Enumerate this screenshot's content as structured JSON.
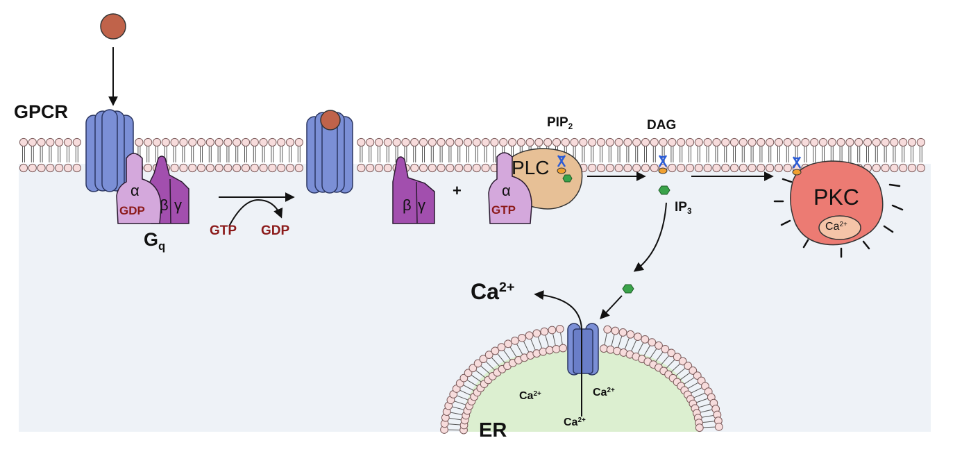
{
  "labels": {
    "gpcr": "GPCR",
    "alpha": "α",
    "beta": "β",
    "gamma": "γ",
    "gdp": "GDP",
    "gtp": "GTP",
    "gq_main": "G",
    "gq_sub": "q",
    "plus": "+",
    "plc": "PLC",
    "pip2_main": "PIP",
    "pip2_sub": "2",
    "dag": "DAG",
    "ip3_main": "IP",
    "ip3_sub": "3",
    "pkc": "PKC",
    "ca_main": "Ca",
    "ca_sup": "2+",
    "er": "ER"
  },
  "colors": {
    "cytoplasm": "#eef2f7",
    "lipid_head": "#f7dcdc",
    "lipid_outline": "#7a5a5a",
    "gpcr": "#7b8fd6",
    "alpha_subunit": "#d4a8dc",
    "beta_gamma": "#a24fae",
    "plc": "#e7c096",
    "pkc": "#ec7b73",
    "ligand": "#c0634a",
    "ip3": "#3aa34a",
    "er_lumen": "#dcefd0",
    "nucleotide_text": "#8b1a1a"
  },
  "icons": [
    "ligand-ball",
    "gpcr-receptor",
    "ip3-hexagon",
    "dag-lipid",
    "ca-channel"
  ]
}
